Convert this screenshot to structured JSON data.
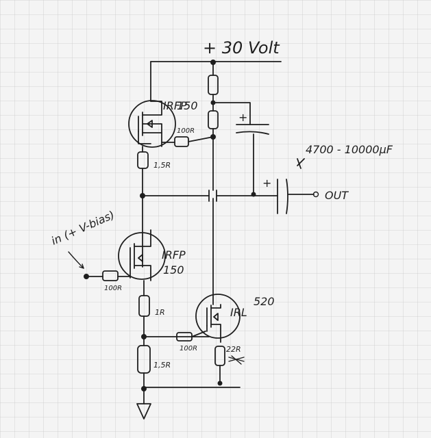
{
  "supply": {
    "label": "+ 30 Volt"
  },
  "transistors": {
    "q1": {
      "name": "IRFP",
      "part": "150"
    },
    "q2": {
      "name": "IRFP",
      "part": "150"
    },
    "q3": {
      "name": "IRL",
      "part": "520"
    }
  },
  "resistors": {
    "r_gate_q1": "100R",
    "r_source_q1": "1,5R",
    "r_gate_in": "100R",
    "r_q2_source": "1R",
    "r_gate_q3": "100R",
    "r_bottom": "1,5R",
    "r_q3_source": "22R"
  },
  "capacitor": {
    "value": "4700 - 10000µF",
    "polarity": "+"
  },
  "input": {
    "label": "in (+ V-bias)"
  },
  "output": {
    "label": "OUT"
  }
}
